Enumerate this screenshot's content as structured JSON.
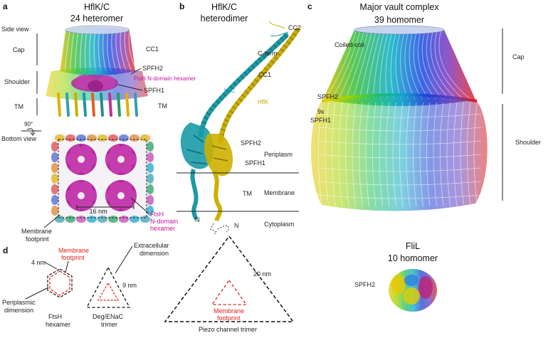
{
  "panel_a": {
    "letter": "a",
    "title_line1": "HflK/C",
    "title_line2": "24 heteromer",
    "side_view": "Side view",
    "cap": "Cap",
    "shoulder": "Shoulder",
    "tm_left": "TM",
    "tm_right": "TM",
    "cc1": "CC1",
    "spfh2": "SPFH2",
    "spfh1": "SPFH1",
    "ftsh_hexamer": "FtsH N-domain hexamer",
    "rotation": "90°",
    "bottom_view": "Bottom view",
    "scale": "16 nm",
    "footprint_line1": "Membrane",
    "footprint_line2": "footprint",
    "ftsh_line1": "FtsH",
    "ftsh_line2": "N-domain",
    "ftsh_line3": "hexamer"
  },
  "panel_b": {
    "letter": "b",
    "title_line1": "HflK/C",
    "title_line2": "heterodimer",
    "cc2": "CC2",
    "cterm": "C-term",
    "cc1": "CC1",
    "hflc": "HflC",
    "hflk": "HflK",
    "spfh2": "SPFH2",
    "periplasm": "Periplasm",
    "spfh1": "SPFH1",
    "tm": "TM",
    "membrane": "Membrane",
    "n_left": "N",
    "n_right": "N",
    "cytoplasm": "Cytoplasm"
  },
  "panel_c": {
    "letter": "c",
    "title_line1": "Major vault complex",
    "title_line2": "39 homomer",
    "coiled_coil": "Coiled-coil",
    "cap": "Cap",
    "spfh2": "SPFH2",
    "spfh1_line1": "9x",
    "spfh1_line2": "SPFH1",
    "shoulder": "Shoulder",
    "flil_title1": "FliL",
    "flil_title2": "10 homomer",
    "flil_spfh2": "SPFH2"
  },
  "panel_d": {
    "letter": "d",
    "hex_size": "4 nm",
    "membrane_line1": "Membrane",
    "membrane_line2": "footprint",
    "periplasmic_line1": "Periplasmic",
    "periplasmic_line2": "dimension",
    "ftsh_line1": "FtsH",
    "ftsh_line2": "hexamer",
    "extracellular_line1": "Extracellular",
    "extracellular_line2": "dimension",
    "deg_size": "9 nm",
    "deg_line1": "Deg/ENaC",
    "deg_line2": "trimer",
    "piezo_size": "20 nm",
    "piezo_membrane_line1": "Membrane",
    "piezo_membrane_line2": "footprint",
    "piezo_label": "Piezo channel trimer"
  },
  "colors": {
    "magenta": "#b0289a",
    "hflc": "#1b9aa6",
    "hflk": "#c9b000",
    "red": "#e0201c"
  }
}
